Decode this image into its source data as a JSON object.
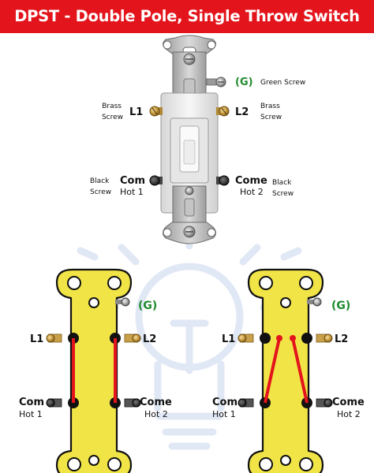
{
  "title": "DPST - Double Pole, Single Throw Switch",
  "top_switch": {
    "green_tag": "(G)",
    "green_screw": "Green Screw",
    "brass_left": [
      "Brass",
      "Screw"
    ],
    "brass_right": [
      "Brass",
      "Screw"
    ],
    "l1": "L1",
    "l2": "L2",
    "black_left": [
      "Black",
      "Screw"
    ],
    "black_right": [
      "Black",
      "Screw"
    ],
    "com_left": "Com",
    "hot1": "Hot 1",
    "com_right": "Come",
    "hot2": "Hot 2"
  },
  "left_diagram": {
    "green_tag": "(G)",
    "l1": "L1",
    "l2": "L2",
    "com_left": "Com",
    "hot1": "Hot 1",
    "com_right": "Come",
    "hot2": "Hot 2",
    "wiring": "straight"
  },
  "right_diagram": {
    "green_tag": "(G)",
    "l1": "L1",
    "l2": "L2",
    "com_left": "Com",
    "hot1": "Hot 1",
    "com_right": "Come",
    "hot2": "Hot 2",
    "wiring": "crossed"
  },
  "colors": {
    "title_bar": "#e3141b",
    "switch_body": "#f1e447",
    "wire": "#e3141b",
    "ground_label": "#1e8a2c"
  }
}
